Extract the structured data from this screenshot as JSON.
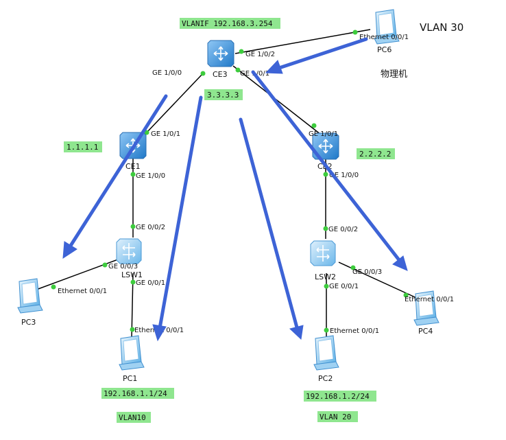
{
  "devices": {
    "ce3": "CE3",
    "ce1": "CE1",
    "ce2": "CE2",
    "lsw1": "LSW1",
    "lsw2": "LSW2",
    "pc1": "PC1",
    "pc2": "PC2",
    "pc3": "PC3",
    "pc4": "PC4",
    "pc6": "PC6"
  },
  "ports": {
    "ce3_ge100": "GE 1/0/0",
    "ce3_ge102": "GE 1/0/2",
    "ce3_ge101": "GE 1/0/1",
    "pc6_eth": "Ethernet 0/0/1",
    "ce1_ge101": "GE 1/0/1",
    "ce1_ge100": "GE 1/0/0",
    "lsw1_ge002": "GE 0/0/2",
    "lsw1_ge003": "GE 0/0/3",
    "lsw1_ge001": "GE 0/0/1",
    "pc3_eth": "Ethernet 0/0/1",
    "pc1_eth": "Ethernet 0/0/1",
    "ce2_ge101": "GE 1/0/1",
    "ce2_ge100": "GE 1/0/0",
    "lsw2_ge002": "GE 0/0/2",
    "lsw2_ge003": "GE 0/0/3",
    "lsw2_ge001": "GE 0/0/1",
    "pc4_eth": "Ethernet 0/0/1",
    "pc2_eth": "Ethernet 0/0/1"
  },
  "tags": {
    "vlanif": "VLANIF 192.168.3.254",
    "ce3_id": "3.3.3.3",
    "ce1_id": "1.1.1.1",
    "ce2_id": "2.2.2.2",
    "pc1_ip": "192.168.1.1/24",
    "pc2_ip": "192.168.1.2/24",
    "vlan10": "VLAN10",
    "vlan20": "VLAN 20"
  },
  "notes": {
    "vlan30": "VLAN 30",
    "physical": "物理机"
  },
  "colors": {
    "tag_bg": "#8fe68f",
    "arrow": "#3d63d6",
    "port_dot": "#3dcc3d"
  }
}
